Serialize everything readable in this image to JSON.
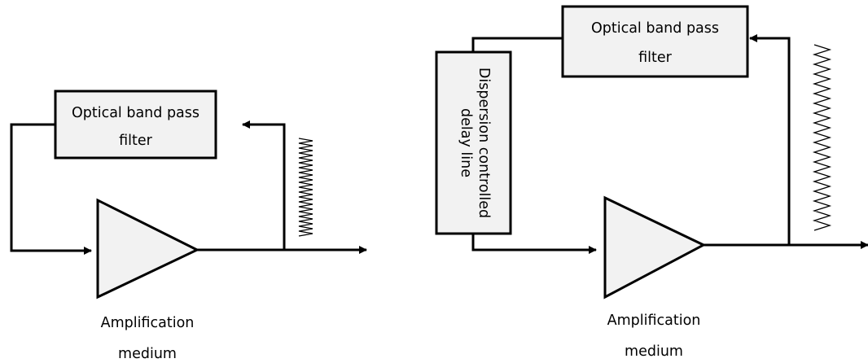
{
  "left_diagram": {
    "filter_label_line1": "Optical band pass",
    "filter_label_line2": "filter",
    "amplifier_label_line1": "Amplification",
    "amplifier_label_line2": "medium"
  },
  "right_diagram": {
    "filter_label_line1": "Optical band pass",
    "filter_label_line2": "filter",
    "delay_label_line1": "Dispersion controlled",
    "delay_label_line2": "delay line",
    "amplifier_label_line1": "Amplification",
    "amplifier_label_line2": "medium"
  }
}
